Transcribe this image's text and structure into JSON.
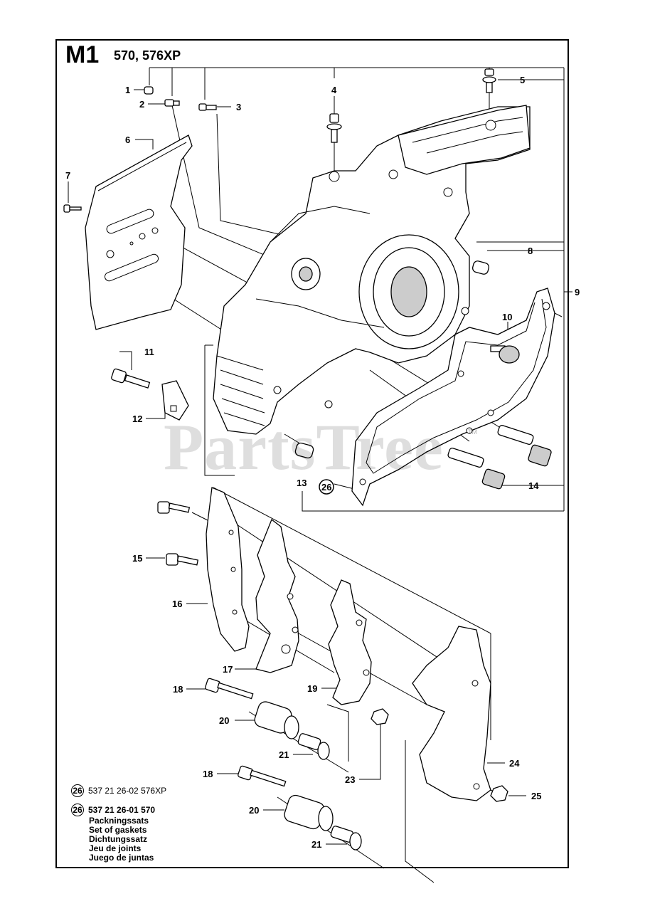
{
  "header": {
    "code": "M1",
    "models": "570, 576XP"
  },
  "watermark": {
    "text": "PartsTree",
    "trademark": "TM"
  },
  "labels": {
    "p1": "1",
    "p2": "2",
    "p3": "3",
    "p4": "4",
    "p5": "5",
    "p6": "6",
    "p7": "7",
    "p8": "8",
    "p9": "9",
    "p10": "10",
    "p11": "11",
    "p12": "12",
    "p13": "13",
    "p14": "14",
    "p15": "15",
    "p16": "16",
    "p17": "17",
    "p18a": "18",
    "p18b": "18",
    "p19": "19",
    "p20a": "20",
    "p20b": "20",
    "p21a": "21",
    "p21b": "21",
    "p23": "23",
    "p24": "24",
    "p25": "25",
    "p26": "26"
  },
  "legend": {
    "badge": "26",
    "line1": "537 21 26-02 576XP",
    "line2": "537 21 26-01 570",
    "names": [
      "Packningssats",
      "Set of gaskets",
      "Dichtungssatz",
      "Jeu de joints",
      "Juego de juntas"
    ]
  }
}
